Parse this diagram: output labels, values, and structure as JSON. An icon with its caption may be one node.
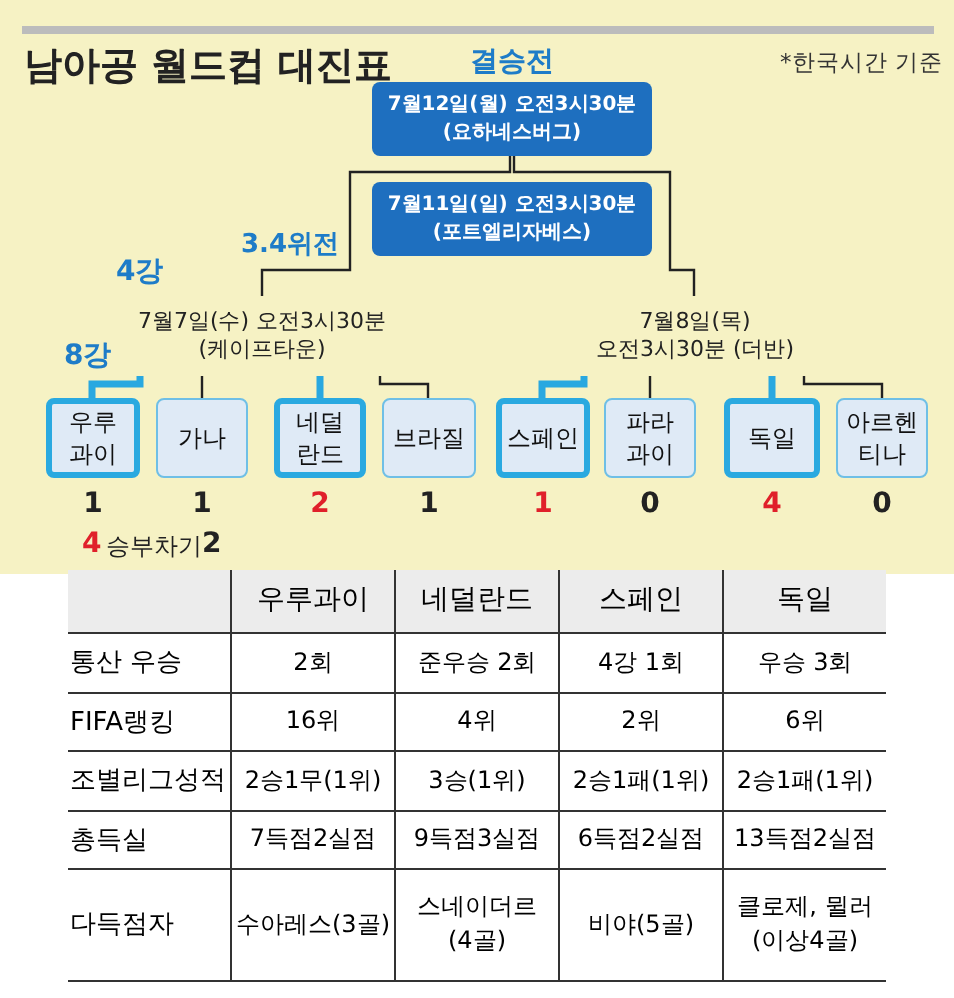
{
  "diagram": {
    "title": "남아공 월드컵 대진표",
    "nodes": [
      {
        "text": [
          "7월12일(월) 오전3시30분 (요하네스버그)"
        ],
        "beside": [
          "결승전"
        ]
      },
      {
        "text": [
          "7월11일(일) 오전3시30분 (포트엘리자베스)"
        ],
        "beside": [
          "3.4위전"
        ]
      },
      {
        "text": [
          "7월7일(수) 오전3시30분 (케이프타운)"
        ]
      },
      {
        "text": [
          "7월8일(목) 오전3시30분 (더반)"
        ]
      },
      {
        "text": [
          "우루과이"
        ],
        "beside": [
          "1"
        ]
      },
      {
        "text": [
          "가나"
        ],
        "beside": [
          "1"
        ]
      },
      {
        "text": [
          "네덜란드"
        ],
        "beside": [
          "2"
        ]
      },
      {
        "text": [
          "브라질"
        ],
        "beside": [
          "1"
        ]
      },
      {
        "text": [
          "스페인"
        ],
        "beside": [
          "1"
        ]
      },
      {
        "text": [
          "파라과이"
        ],
        "beside": [
          "0"
        ]
      },
      {
        "text": [
          "독일"
        ],
        "beside": [
          "4"
        ]
      },
      {
        "text": [
          "아르헨티나"
        ],
        "beside": [
          "0"
        ]
      }
    ],
    "edges": [
      {
        "from": 4,
        "to": 2,
        "arrow": "none",
        "style": "thick",
        "color": "#29a8e0"
      },
      {
        "from": 5,
        "to": 2,
        "arrow": "none"
      },
      {
        "from": 6,
        "to": 2,
        "arrow": "none",
        "style": "thick",
        "color": "#29a8e0"
      },
      {
        "from": 7,
        "to": 2,
        "arrow": "none"
      },
      {
        "from": 8,
        "to": 3,
        "arrow": "none",
        "style": "thick",
        "color": "#29a8e0"
      },
      {
        "from": 9,
        "to": 3,
        "arrow": "none"
      },
      {
        "from": 10,
        "to": 3,
        "arrow": "none",
        "style": "thick",
        "color": "#29a8e0"
      },
      {
        "from": 11,
        "to": 3,
        "arrow": "none"
      },
      {
        "from": 2,
        "to": 0,
        "arrow": "none"
      },
      {
        "from": 3,
        "to": 0,
        "arrow": "none"
      }
    ],
    "labels": [
      "*한국시간 기준",
      "4강",
      "8강",
      "4",
      "승부차기",
      "2",
      "우루과이",
      "네덜란드",
      "스페인",
      "독일",
      "통산 우승",
      "2회",
      "준우승 2회",
      "4강 1회",
      "우승 3회",
      "FIFA랭킹",
      "16위",
      "4위",
      "2위",
      "6위",
      "조별리그성적",
      "2승1무(1위)",
      "3승(1위)",
      "2승1패(1위)",
      "2승1패(1위)",
      "총득실",
      "7득점2실점",
      "9득점3실점",
      "6득점2실점",
      "13득점2실점",
      "다득점자",
      "수아레스(3골)",
      "스네이더르 (4골)",
      "비야(5골)",
      "클로제, 뮐러 (이상4골)"
    ]
  }
}
